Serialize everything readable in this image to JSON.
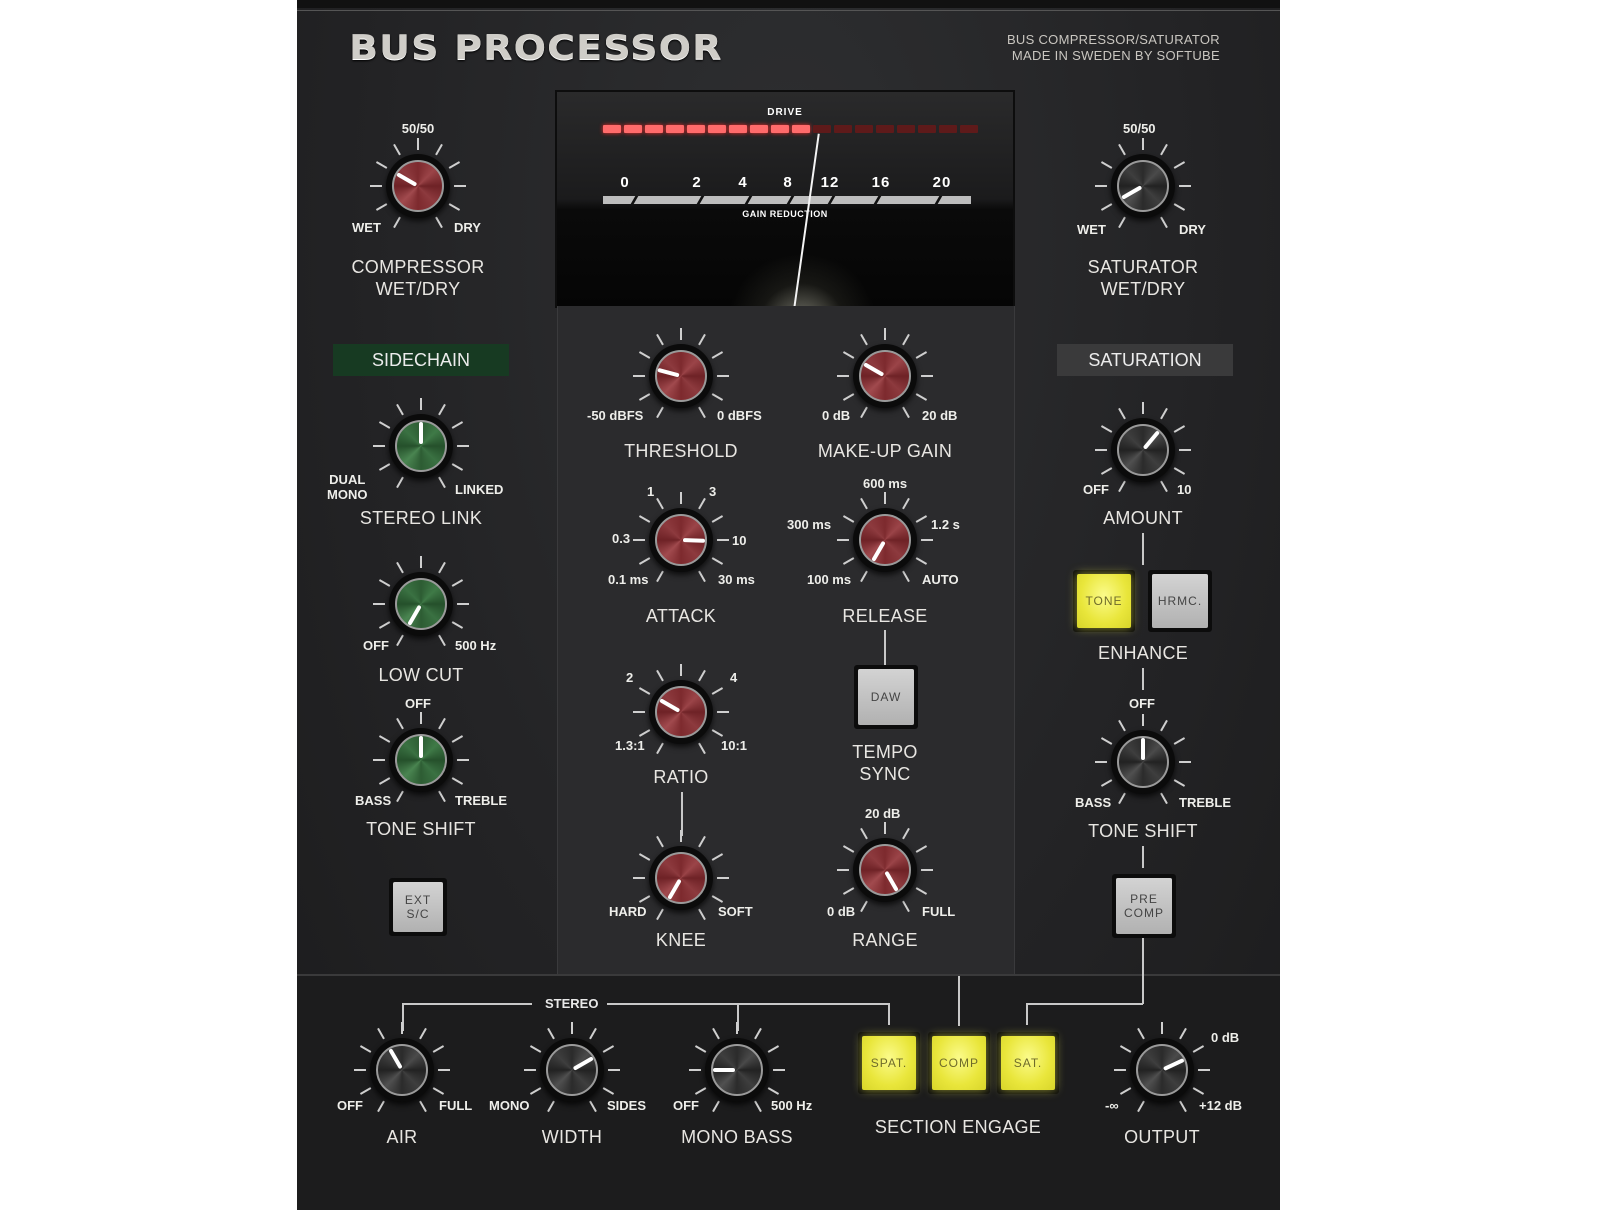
{
  "header": {
    "title": "BUS PROCESSOR",
    "subtitle_line1": "BUS COMPRESSOR/SATURATOR",
    "subtitle_line2": "MADE IN SWEDEN BY SOFTUBE"
  },
  "meter": {
    "drive_label": "DRIVE",
    "drive_segments_total": 18,
    "drive_segments_lit": 10,
    "scale": [
      "0",
      "2",
      "4",
      "8",
      "12",
      "16",
      "20"
    ],
    "gain_reduction_label": "GAIN REDUCTION",
    "colors": {
      "lit": "#ff6b6b",
      "unlit": "#5e1a1a"
    }
  },
  "left": {
    "compressor_wetdry": {
      "top": "50/50",
      "min": "WET",
      "max": "DRY",
      "label_line1": "COMPRESSOR",
      "label_line2": "WET/DRY"
    },
    "section_label": "SIDECHAIN",
    "stereo_link": {
      "min_line1": "DUAL",
      "min_line2": "MONO",
      "max": "LINKED",
      "label": "STEREO LINK"
    },
    "low_cut": {
      "min": "OFF",
      "max": "500 Hz",
      "label": "LOW CUT"
    },
    "tone_shift": {
      "top": "OFF",
      "min": "BASS",
      "max": "TREBLE",
      "label": "TONE SHIFT"
    },
    "ext_sc_button": {
      "line1": "EXT",
      "line2": "S/C"
    }
  },
  "center": {
    "threshold": {
      "min": "-50 dBFS",
      "max": "0 dBFS",
      "label": "THRESHOLD"
    },
    "makeup_gain": {
      "min": "0 dB",
      "max": "20 dB",
      "label": "MAKE-UP GAIN"
    },
    "attack": {
      "t1": "1",
      "t3": "3",
      "t03": "0.3",
      "t10": "10",
      "min": "0.1 ms",
      "max": "30 ms",
      "label": "ATTACK"
    },
    "release": {
      "top": "600 ms",
      "left": "300 ms",
      "right": "1.2 s",
      "min": "100 ms",
      "max": "AUTO",
      "label": "RELEASE"
    },
    "ratio": {
      "t2": "2",
      "t4": "4",
      "min": "1.3:1",
      "max": "10:1",
      "label": "RATIO"
    },
    "tempo_sync": {
      "button": "DAW",
      "label_line1": "TEMPO",
      "label_line2": "SYNC"
    },
    "knee": {
      "min": "HARD",
      "max": "SOFT",
      "label": "KNEE"
    },
    "range": {
      "top": "20 dB",
      "min": "0 dB",
      "max": "FULL",
      "label": "RANGE"
    }
  },
  "right": {
    "saturator_wetdry": {
      "top": "50/50",
      "min": "WET",
      "max": "DRY",
      "label_line1": "SATURATOR",
      "label_line2": "WET/DRY"
    },
    "section_label": "SATURATION",
    "amount": {
      "min": "OFF",
      "max": "10",
      "label": "AMOUNT"
    },
    "enhance": {
      "tone": "TONE",
      "hrmc": "HRMC.",
      "label": "ENHANCE"
    },
    "tone_shift": {
      "top": "OFF",
      "min": "BASS",
      "max": "TREBLE",
      "label": "TONE SHIFT"
    },
    "pre_comp_button": {
      "line1": "PRE",
      "line2": "COMP"
    }
  },
  "bottom": {
    "stereo_label": "STEREO",
    "air": {
      "min": "OFF",
      "max": "FULL",
      "label": "AIR"
    },
    "width": {
      "min": "MONO",
      "max": "SIDES",
      "label": "WIDTH"
    },
    "mono_bass": {
      "min": "OFF",
      "max": "500 Hz",
      "label": "MONO BASS"
    },
    "section_engage": {
      "spat": "SPAT.",
      "comp": "COMP",
      "sat": "SAT.",
      "label": "SECTION ENGAGE"
    },
    "output": {
      "top_right": "0 dB",
      "min": "-∞",
      "max": "+12 dB",
      "label": "OUTPUT"
    }
  },
  "colors": {
    "engaged_yellow": "#e9e63b",
    "knob_red": "#7d2a2e",
    "knob_green": "#2d5c33",
    "sidechain_bg": "#173a22",
    "saturation_bg": "#3a3a3b"
  }
}
